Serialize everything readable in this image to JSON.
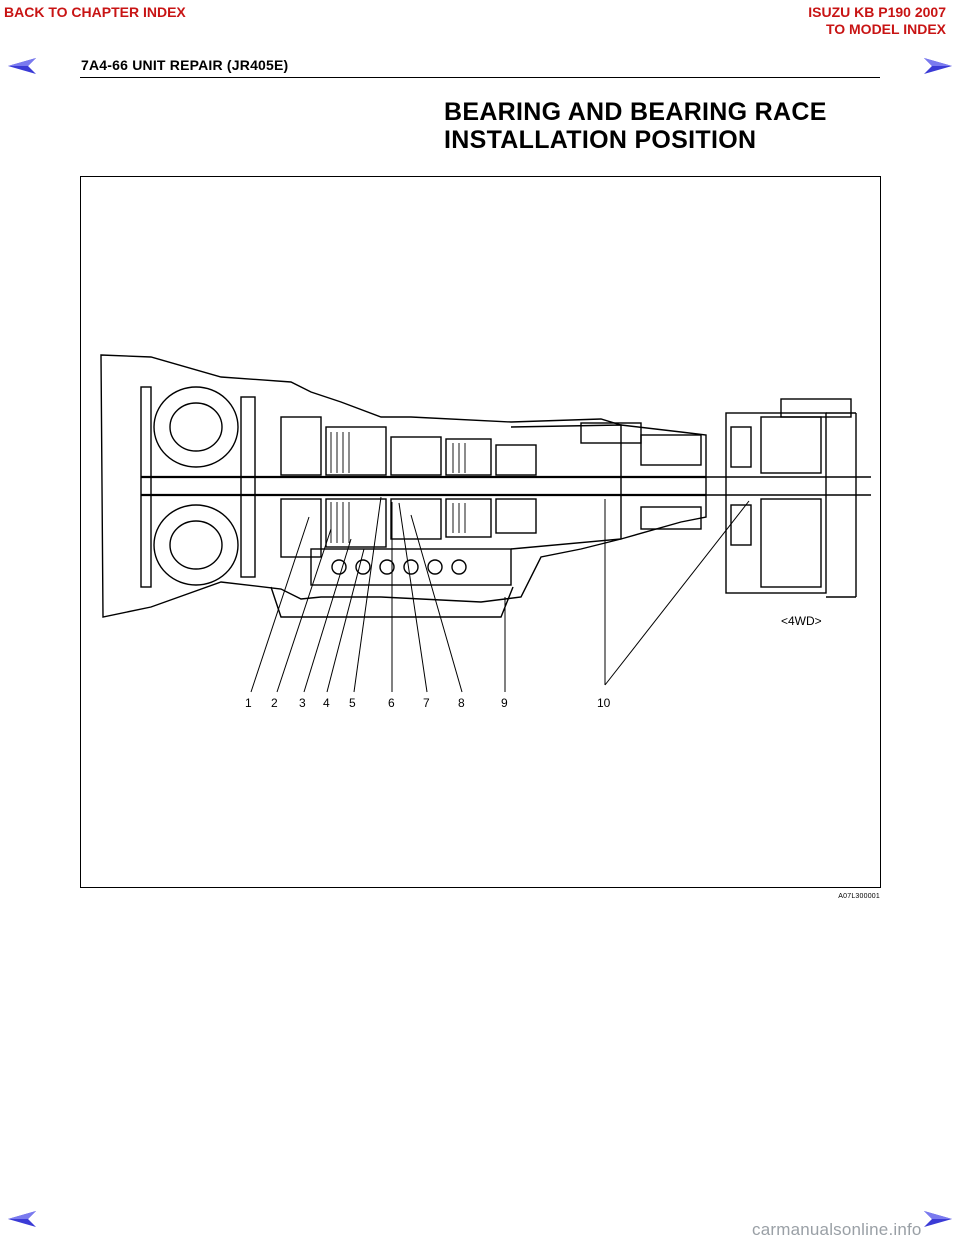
{
  "nav": {
    "back_to_chapter": "BACK TO CHAPTER INDEX",
    "model_line": "ISUZU KB P190 2007",
    "to_model_index": "TO MODEL INDEX",
    "link_color": "#c81414",
    "arrow_color": "#3b3bd6",
    "icons": [
      "prev-page-arrow-icon",
      "next-page-arrow-icon"
    ]
  },
  "header": {
    "page_title": "7A4-66  UNIT REPAIR (JR405E)"
  },
  "section": {
    "heading_line1": "BEARING AND BEARING RACE",
    "heading_line2": "INSTALLATION POSITION"
  },
  "figure": {
    "description_icon": "transmission-cross-section-icon",
    "callouts": [
      "1",
      "2",
      "3",
      "4",
      "5",
      "6",
      "7",
      "8",
      "9",
      "10"
    ],
    "variant_label": "<4WD>",
    "figure_code": "A07L300001"
  },
  "footer": {
    "watermark": "carmanualsonline.info"
  }
}
